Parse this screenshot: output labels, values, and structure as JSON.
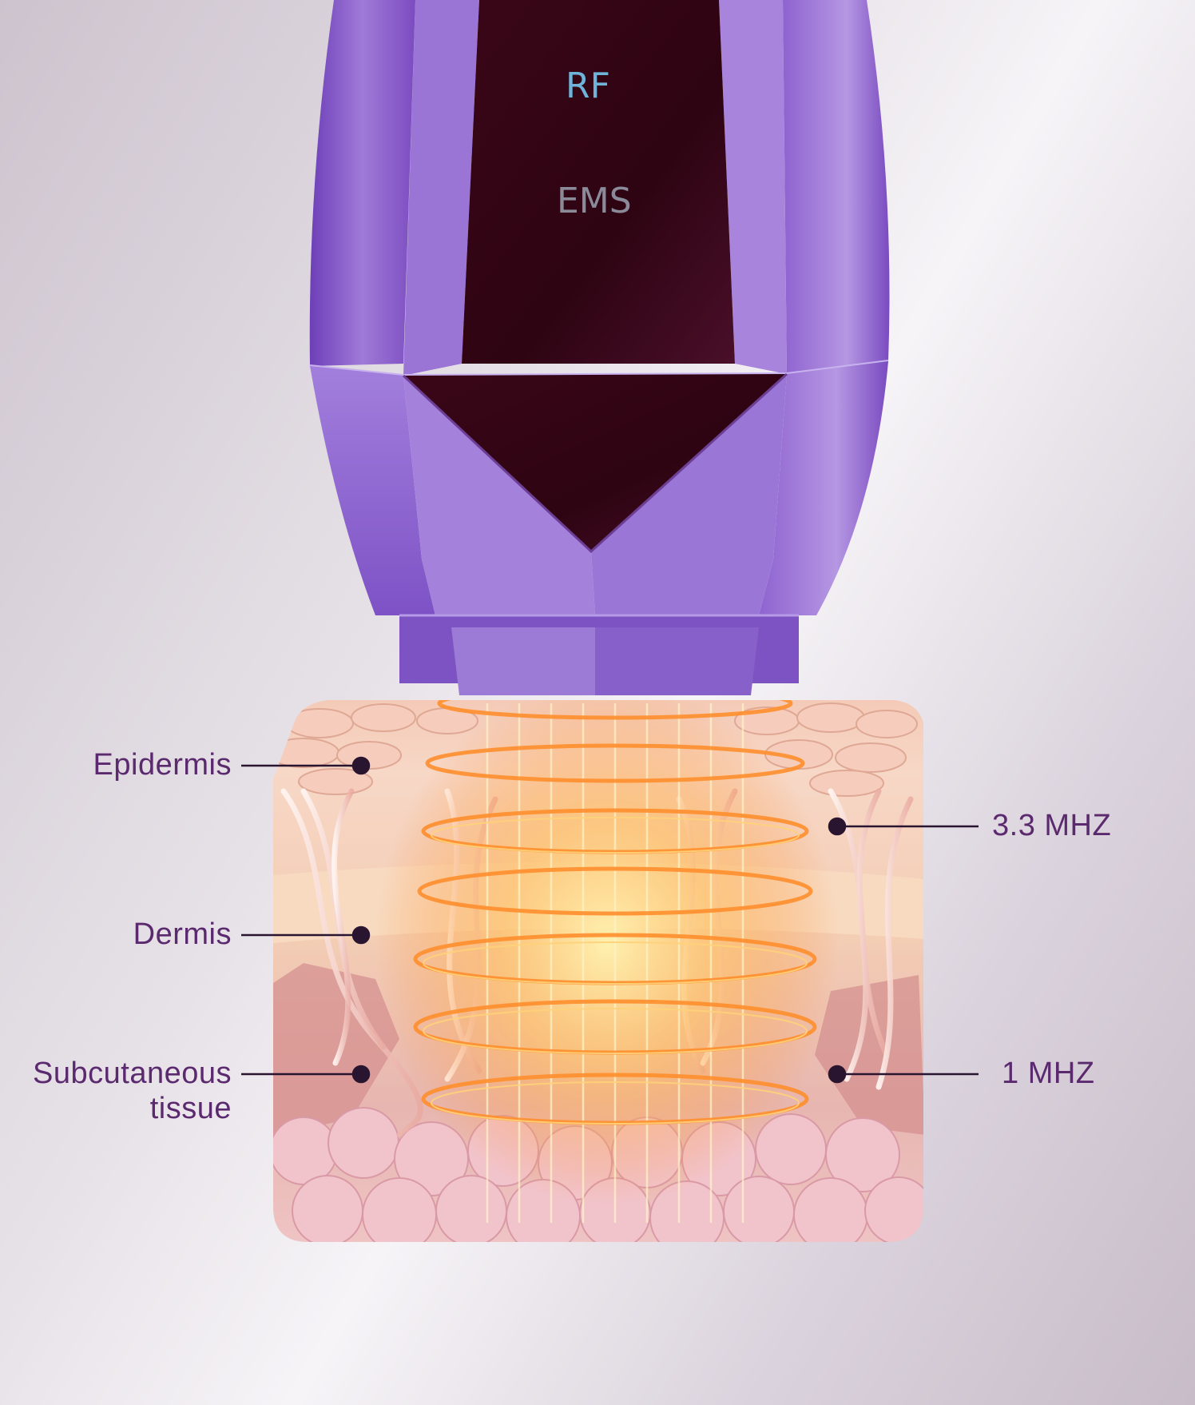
{
  "device": {
    "mode_1": "RF",
    "mode_2": "EMS",
    "mode_1_color": "#6fb4d8",
    "mode_2_color": "#8a8a99"
  },
  "labels": {
    "epidermis": "Epidermis",
    "dermis": "Dermis",
    "subcutaneous_line1": "Subcutaneous",
    "subcutaneous_line2": "tissue",
    "freq_high": "3.3 MHZ",
    "freq_low": "1 MHZ"
  },
  "colors": {
    "label_text": "#5b2a6e",
    "pointer": "#2a1530",
    "device_purple": "#8a5cc8",
    "device_panel": "#3d0a1f",
    "rf_glow": "#ff9a2e"
  }
}
